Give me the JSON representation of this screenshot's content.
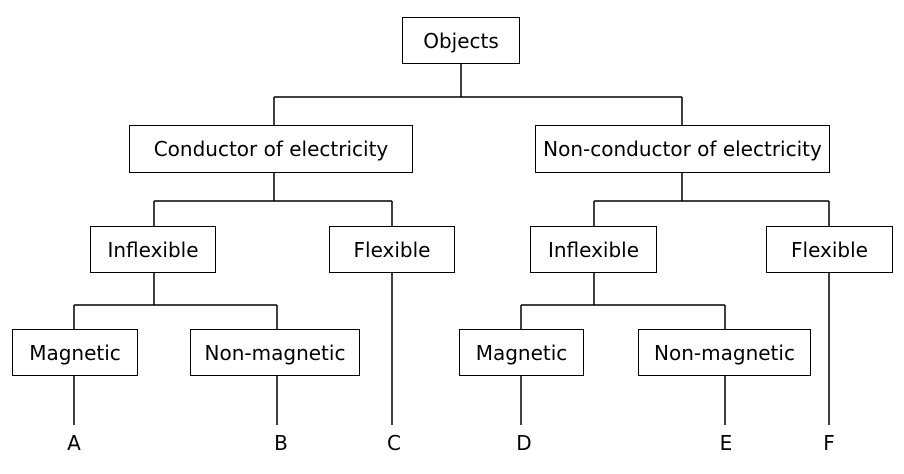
{
  "tree": {
    "root": {
      "label": "Objects"
    },
    "conductor": {
      "label": "Conductor of electricity",
      "inflexible": {
        "label": "Inflexible",
        "magnetic": {
          "label": "Magnetic",
          "leaf": "A"
        },
        "non_magnetic": {
          "label": "Non-magnetic",
          "leaf": "B"
        }
      },
      "flexible": {
        "label": "Flexible",
        "leaf": "C"
      }
    },
    "non_conductor": {
      "label": "Non-conductor of electricity",
      "inflexible": {
        "label": "Inflexible",
        "magnetic": {
          "label": "Magnetic",
          "leaf": "D"
        },
        "non_magnetic": {
          "label": "Non-magnetic",
          "leaf": "E"
        }
      },
      "flexible": {
        "label": "Flexible",
        "leaf": "F"
      }
    }
  }
}
